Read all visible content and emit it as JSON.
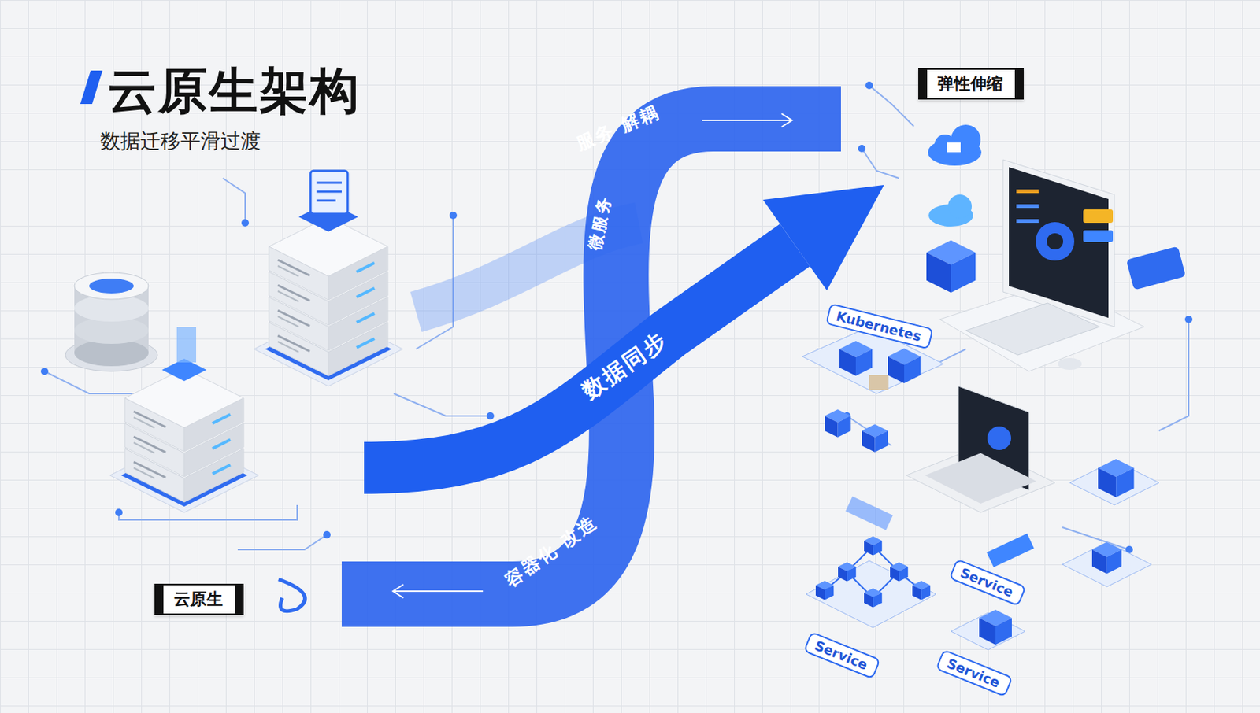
{
  "diagram": {
    "title": "云原生架构",
    "caption": "数据迁移平滑过渡",
    "nodes": [
      {
        "text": [
          "弹性伸缩"
        ]
      },
      {
        "text": [
          "云原生"
        ]
      },
      {
        "text": [
          "Kubernetes"
        ]
      },
      {
        "text": [
          "Service"
        ]
      },
      {
        "text": [
          "Service"
        ]
      },
      {
        "text": [
          "Service"
        ]
      }
    ],
    "labels": [
      "服务 解耦",
      "微服务",
      "数据同步",
      "容器化 改造"
    ]
  }
}
